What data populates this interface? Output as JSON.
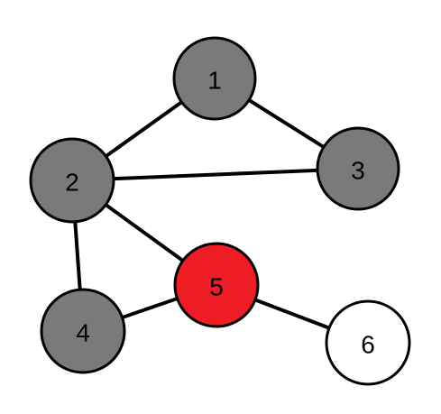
{
  "graph": {
    "colors": {
      "default_fill": "#7a7a7a",
      "highlight_fill": "#ee1c24",
      "unvisited_fill": "#ffffff",
      "stroke": "#000000"
    },
    "nodes": [
      {
        "id": "1",
        "label": "1",
        "state": "default"
      },
      {
        "id": "2",
        "label": "2",
        "state": "default"
      },
      {
        "id": "3",
        "label": "3",
        "state": "default"
      },
      {
        "id": "4",
        "label": "4",
        "state": "default"
      },
      {
        "id": "5",
        "label": "5",
        "state": "highlight"
      },
      {
        "id": "6",
        "label": "6",
        "state": "unvisited"
      }
    ],
    "edges": [
      {
        "from": "1",
        "to": "2"
      },
      {
        "from": "1",
        "to": "3"
      },
      {
        "from": "2",
        "to": "3"
      },
      {
        "from": "2",
        "to": "4"
      },
      {
        "from": "2",
        "to": "5"
      },
      {
        "from": "4",
        "to": "5"
      },
      {
        "from": "5",
        "to": "6"
      }
    ]
  }
}
